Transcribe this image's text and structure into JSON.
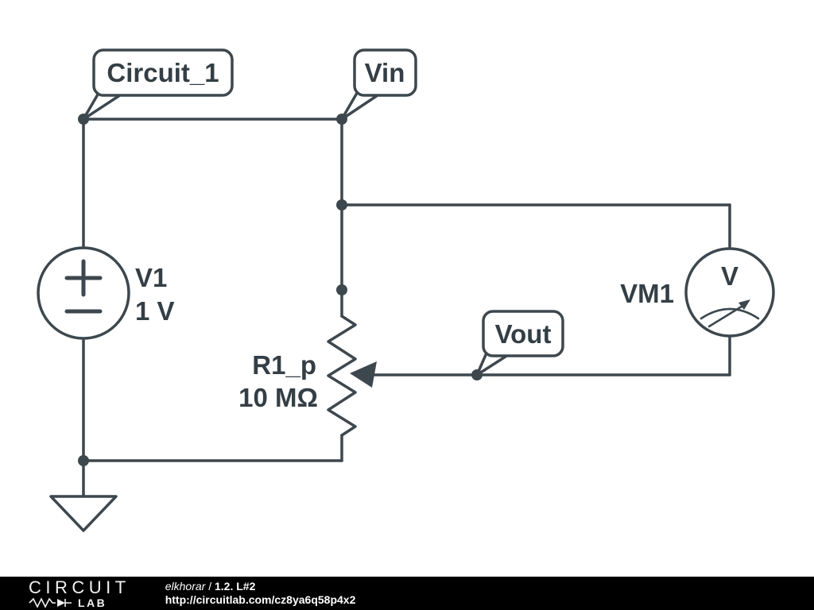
{
  "colors": {
    "wire": "#3d474e",
    "text": "#343e45",
    "footer_bg": "#000000",
    "footer_text": "#ffffff"
  },
  "callouts": {
    "circuit1": "Circuit_1",
    "vin": "Vin",
    "vout": "Vout"
  },
  "components": {
    "v1": {
      "name": "V1",
      "value": "1 V"
    },
    "r1": {
      "name": "R1_p",
      "value": "10 MΩ"
    },
    "vm1": {
      "name": "VM1",
      "letter": "V"
    }
  },
  "footer": {
    "logo_top": "CIRCUIT",
    "logo_bottom": "LAB",
    "author": "elkhorar",
    "separator": " / ",
    "doc_title": "1.2. L#2",
    "url": "http://circuitlab.com/cz8ya6q58p4x2"
  }
}
